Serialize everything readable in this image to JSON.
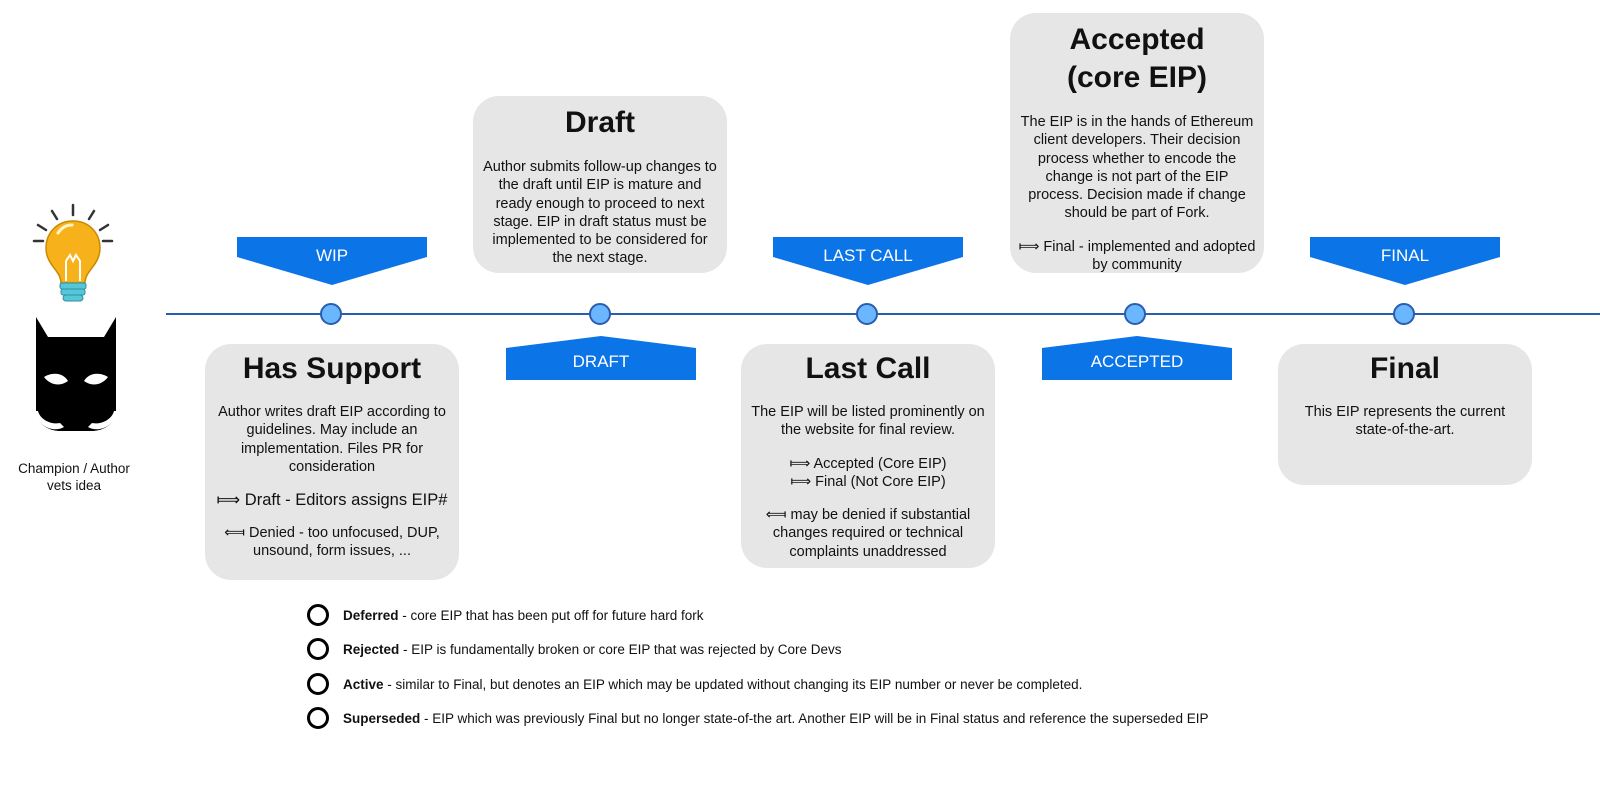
{
  "champion": {
    "caption_line1": "Champion / Author",
    "caption_line2": "vets idea"
  },
  "flags": {
    "wip": "WIP",
    "draft": "DRAFT",
    "last_call": "LAST CALL",
    "accepted": "ACCEPTED",
    "final": "FINAL"
  },
  "cards": {
    "has_support": {
      "title": "Has Support",
      "body": "Author writes draft EIP according to guidelines. May include an implementation. Files PR for consideration",
      "next": "⟾ Draft - Editors assigns EIP#",
      "back": "⟽ Denied - too unfocused, DUP, unsound, form issues, ..."
    },
    "draft": {
      "title": "Draft",
      "body": "Author submits follow-up changes to the draft until EIP is mature and ready enough to proceed to next stage. EIP in draft status must be implemented to be considered for the next stage."
    },
    "last_call": {
      "title": "Last Call",
      "body": "The EIP will be listed prominently on the website for final review.",
      "next1": "⟾ Accepted (Core EIP)",
      "next2": "⟾ Final (Not Core EIP)",
      "back": "⟽ may be denied if substantial changes required or technical complaints unaddressed"
    },
    "accepted": {
      "title_line1": "Accepted",
      "title_line2": "(core EIP)",
      "body": "The EIP is in the hands of Ethereum client developers. Their decision process whether to encode the change is not part of the EIP process. Decision made if change should be part of Fork.",
      "next": "⟾  Final - implemented and adopted by community"
    },
    "final": {
      "title": "Final",
      "body": "This EIP represents the current state-of-the-art."
    }
  },
  "legend": [
    {
      "term": "Deferred",
      "desc": " - core EIP that has been put off for future hard fork"
    },
    {
      "term": "Rejected",
      "desc": " - EIP is fundamentally broken or core EIP that was rejected by Core Devs"
    },
    {
      "term": "Active",
      "desc": " - similar to Final, but denotes an EIP which may be updated without changing its EIP number or never be completed."
    },
    {
      "term": "Superseded",
      "desc": " - EIP which was previously Final but no longer state-of-the art. Another EIP will be in Final status and reference the superseded EIP"
    }
  ],
  "colors": {
    "flag_blue": "#0b74e6",
    "timeline": "#2a5db0",
    "dot_fill": "#6ab7ff",
    "card_bg": "#e6e6e6",
    "bulb_yellow": "#f7b21b",
    "bulb_base": "#55c7d8"
  },
  "icons": [
    "lightbulb-icon",
    "batman-mask-icon"
  ]
}
